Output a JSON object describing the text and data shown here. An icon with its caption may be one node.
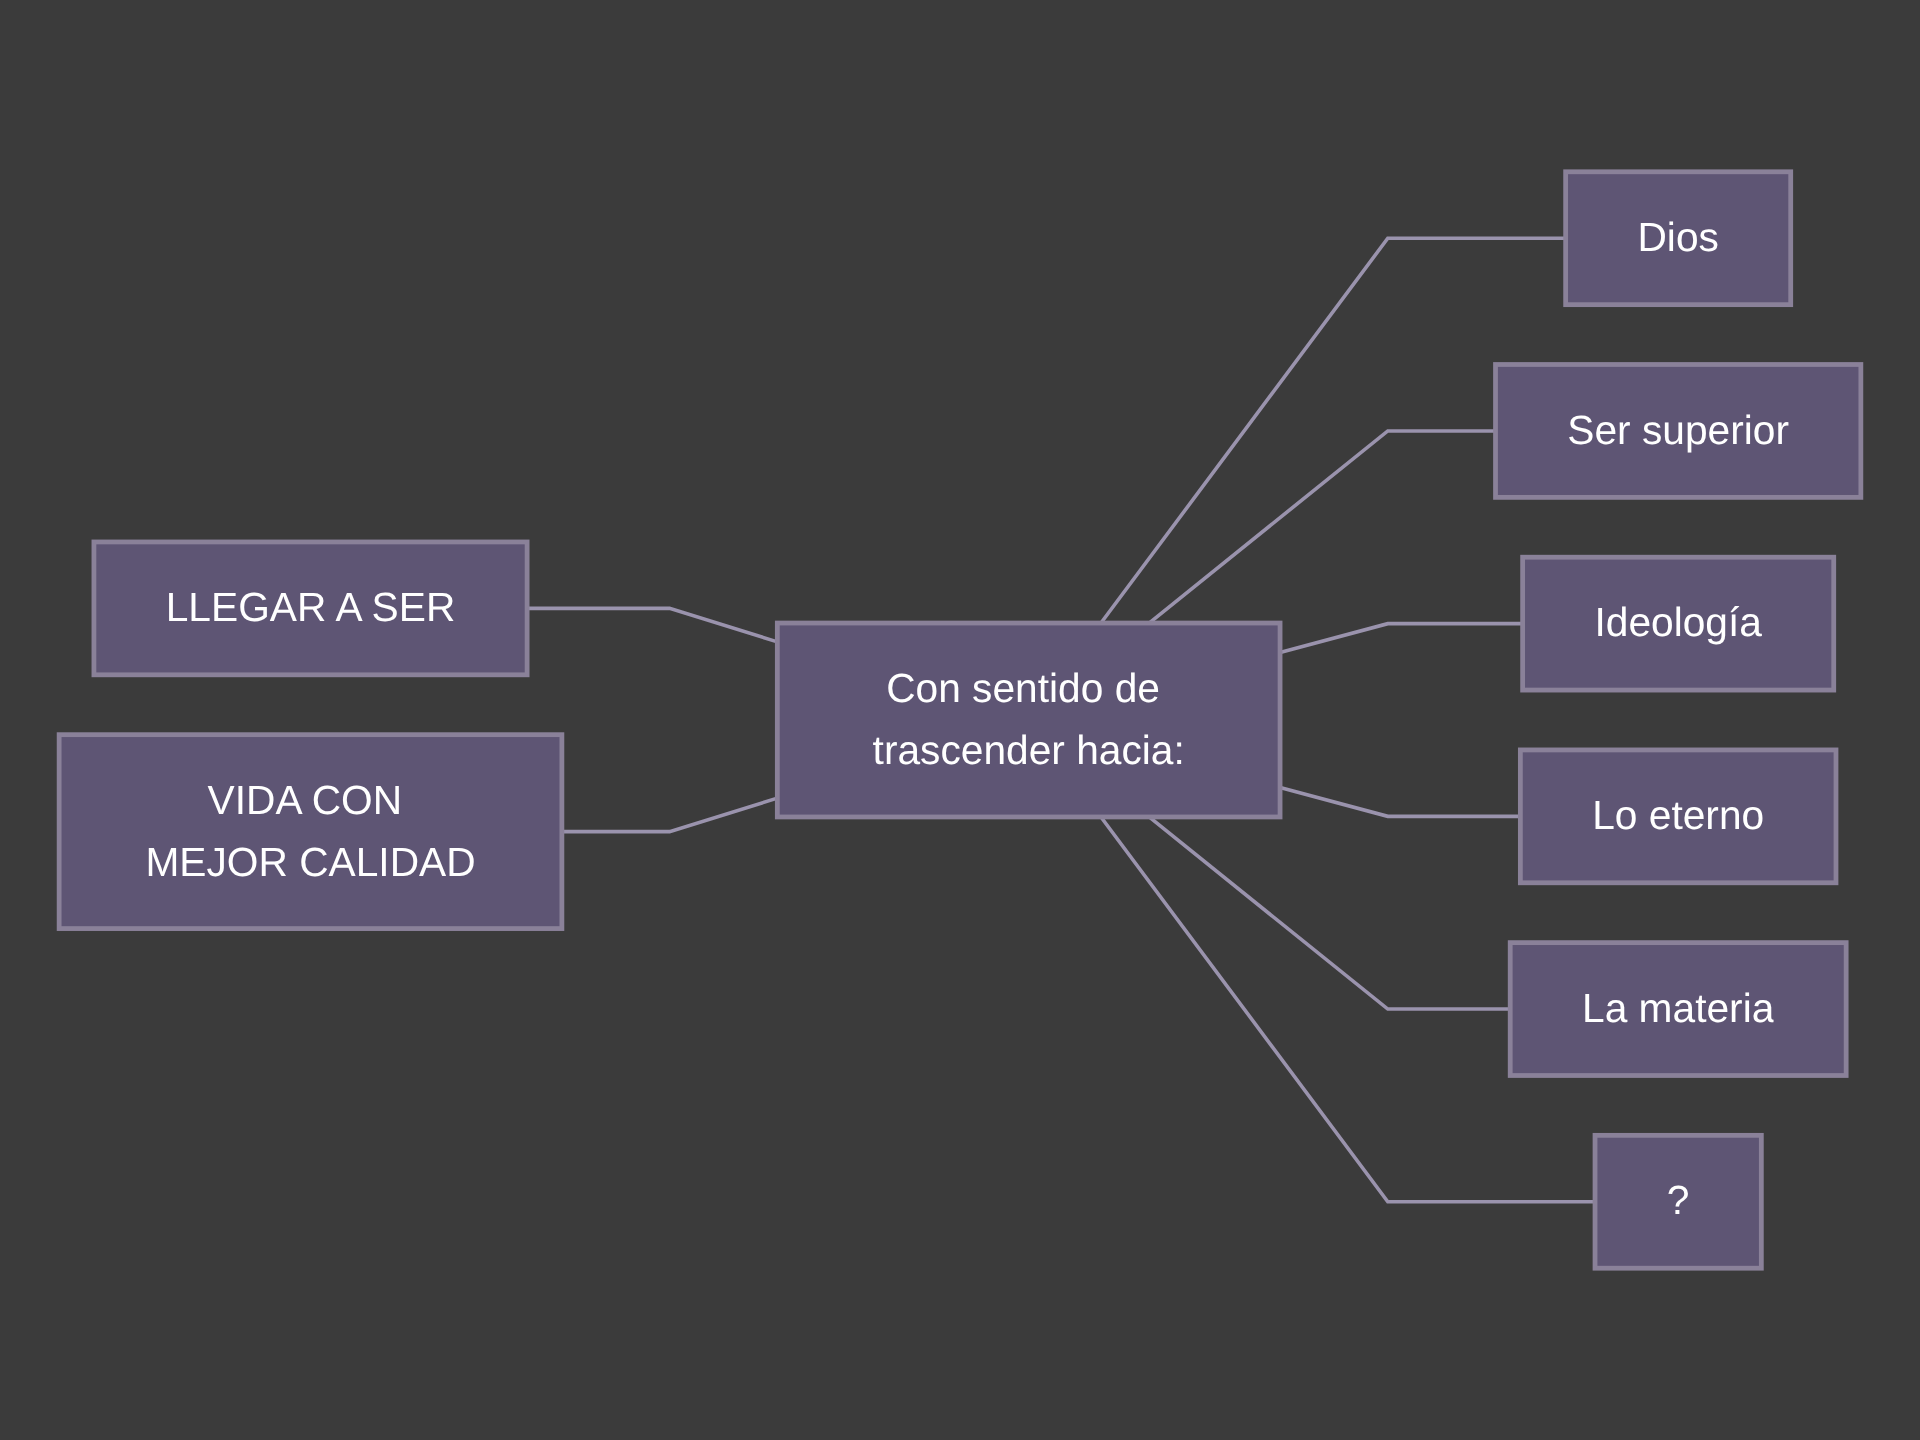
{
  "diagram": {
    "nodes": [
      {
        "text": [
          "LLEGAR A SER"
        ]
      },
      {
        "text": [
          "VIDA CON MEJOR CALIDAD"
        ]
      },
      {
        "text": [
          "Con sentido de trascender hacia:"
        ]
      },
      {
        "text": [
          "Dios"
        ]
      },
      {
        "text": [
          "Ser superior"
        ]
      },
      {
        "text": [
          "Ideología"
        ]
      },
      {
        "text": [
          "Lo eterno"
        ]
      },
      {
        "text": [
          "La materia"
        ]
      },
      {
        "text": [
          "?"
        ]
      }
    ],
    "edges": [
      {
        "from": 0,
        "to": 2,
        "arrow": "none"
      },
      {
        "from": 1,
        "to": 2,
        "arrow": "none"
      },
      {
        "from": 2,
        "to": 3,
        "arrow": "none"
      },
      {
        "from": 2,
        "to": 4,
        "arrow": "none"
      },
      {
        "from": 2,
        "to": 5,
        "arrow": "none"
      },
      {
        "from": 2,
        "to": 6,
        "arrow": "none"
      },
      {
        "from": 2,
        "to": 7,
        "arrow": "none"
      },
      {
        "from": 2,
        "to": 8,
        "arrow": "none"
      }
    ]
  }
}
